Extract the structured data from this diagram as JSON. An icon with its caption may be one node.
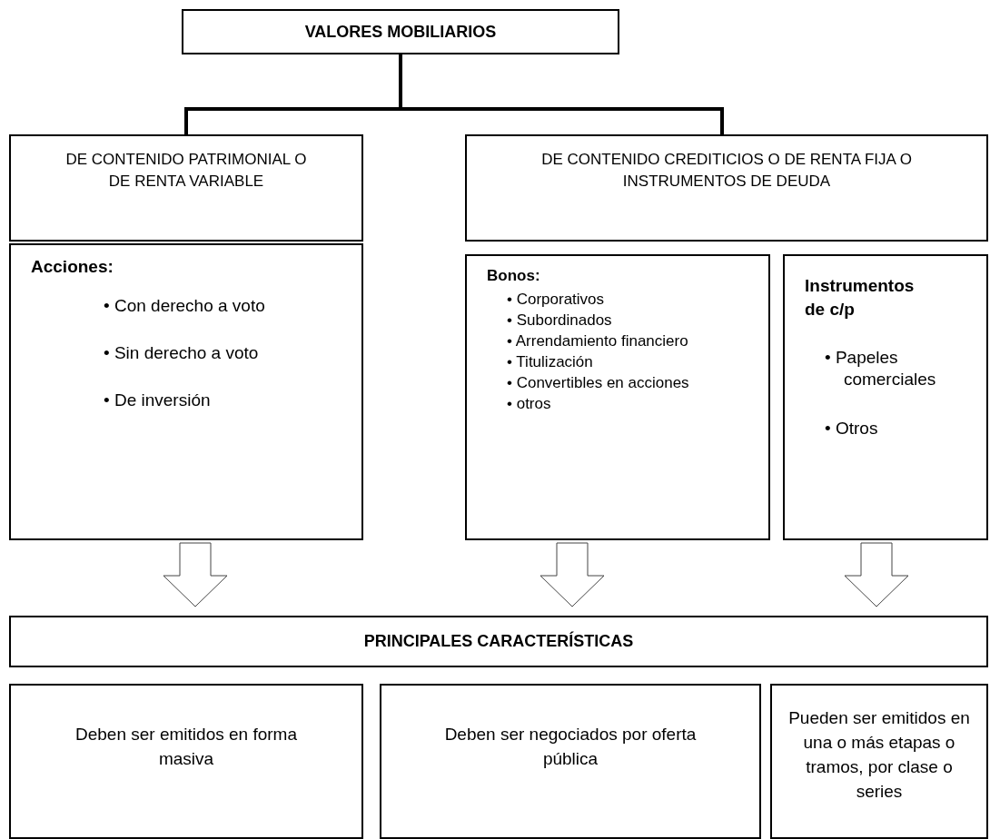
{
  "diagram": {
    "nodes": [
      {
        "text": [
          "VALORES MOBILIARIOS"
        ]
      },
      {
        "text": [
          "DE CONTENIDO PATRIMONIAL O DE RENTA VARIABLE"
        ]
      },
      {
        "text": [
          "DE CONTENIDO CREDITICIOS O DE RENTA FIJA O INSTRUMENTOS DE DEUDA"
        ]
      },
      {
        "text": [
          "Acciones:",
          "• Con derecho a voto",
          "• Sin derecho a voto",
          "• De inversión"
        ]
      },
      {
        "text": [
          "Bonos:",
          "• Corporativos",
          "• Subordinados",
          "• Arrendamiento financiero",
          "• Titulización",
          "• Convertibles en acciones",
          "• otros"
        ]
      },
      {
        "text": [
          "Instrumentos de c/p",
          "• Papeles comerciales",
          "• Otros"
        ]
      },
      {
        "text": [
          "PRINCIPALES CARACTERÍSTICAS"
        ]
      },
      {
        "text": [
          "Deben ser emitidos en forma masiva"
        ]
      },
      {
        "text": [
          "Deben ser negociados por oferta pública"
        ]
      },
      {
        "text": [
          "Pueden ser emitidos en una o más etapas o tramos, por clase o series"
        ]
      }
    ],
    "edges": [
      {
        "from": 0,
        "to": 1,
        "arrow": "none"
      },
      {
        "from": 0,
        "to": 2,
        "arrow": "none"
      },
      {
        "from": 3,
        "to": 6,
        "arrow": "to"
      },
      {
        "from": 4,
        "to": 6,
        "arrow": "to"
      },
      {
        "from": 5,
        "to": 6,
        "arrow": "to"
      }
    ]
  }
}
